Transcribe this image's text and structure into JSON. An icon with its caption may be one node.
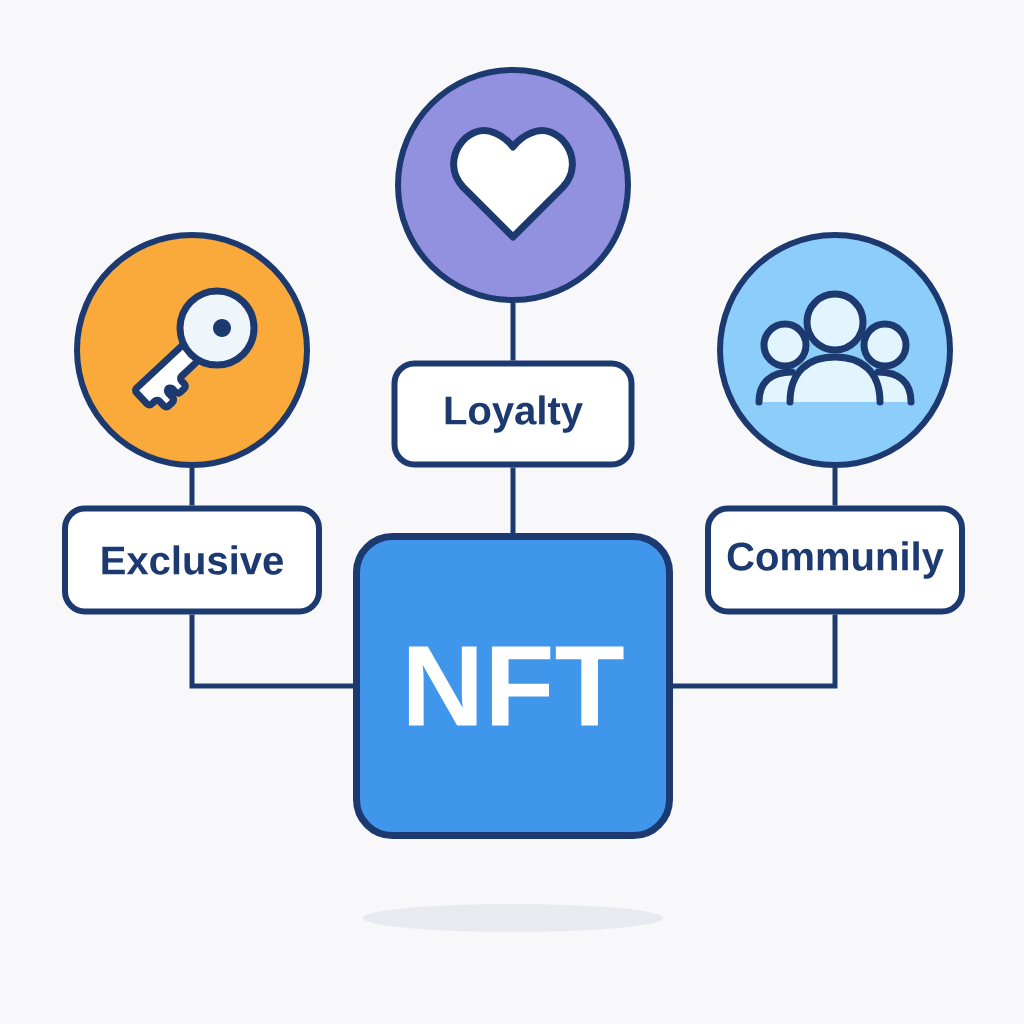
{
  "diagram": {
    "nodes": [
      {
        "text": [],
        "shape": "circle"
      },
      {
        "text": [],
        "shape": "circle"
      },
      {
        "text": [],
        "shape": "circle"
      },
      {
        "text": [
          "Loyalty"
        ]
      },
      {
        "text": [
          "Exclusive"
        ]
      },
      {
        "text": [
          "Communily"
        ]
      },
      {
        "text": [
          "NFT"
        ]
      }
    ],
    "edges": [
      {
        "from": 1,
        "to": 4,
        "arrow": "none"
      },
      {
        "from": 4,
        "to": 6,
        "arrow": "none"
      },
      {
        "from": 0,
        "to": 3,
        "arrow": "none"
      },
      {
        "from": 3,
        "to": 6,
        "arrow": "none"
      },
      {
        "from": 2,
        "to": 5,
        "arrow": "none"
      },
      {
        "from": 5,
        "to": 6,
        "arrow": "none"
      }
    ]
  }
}
